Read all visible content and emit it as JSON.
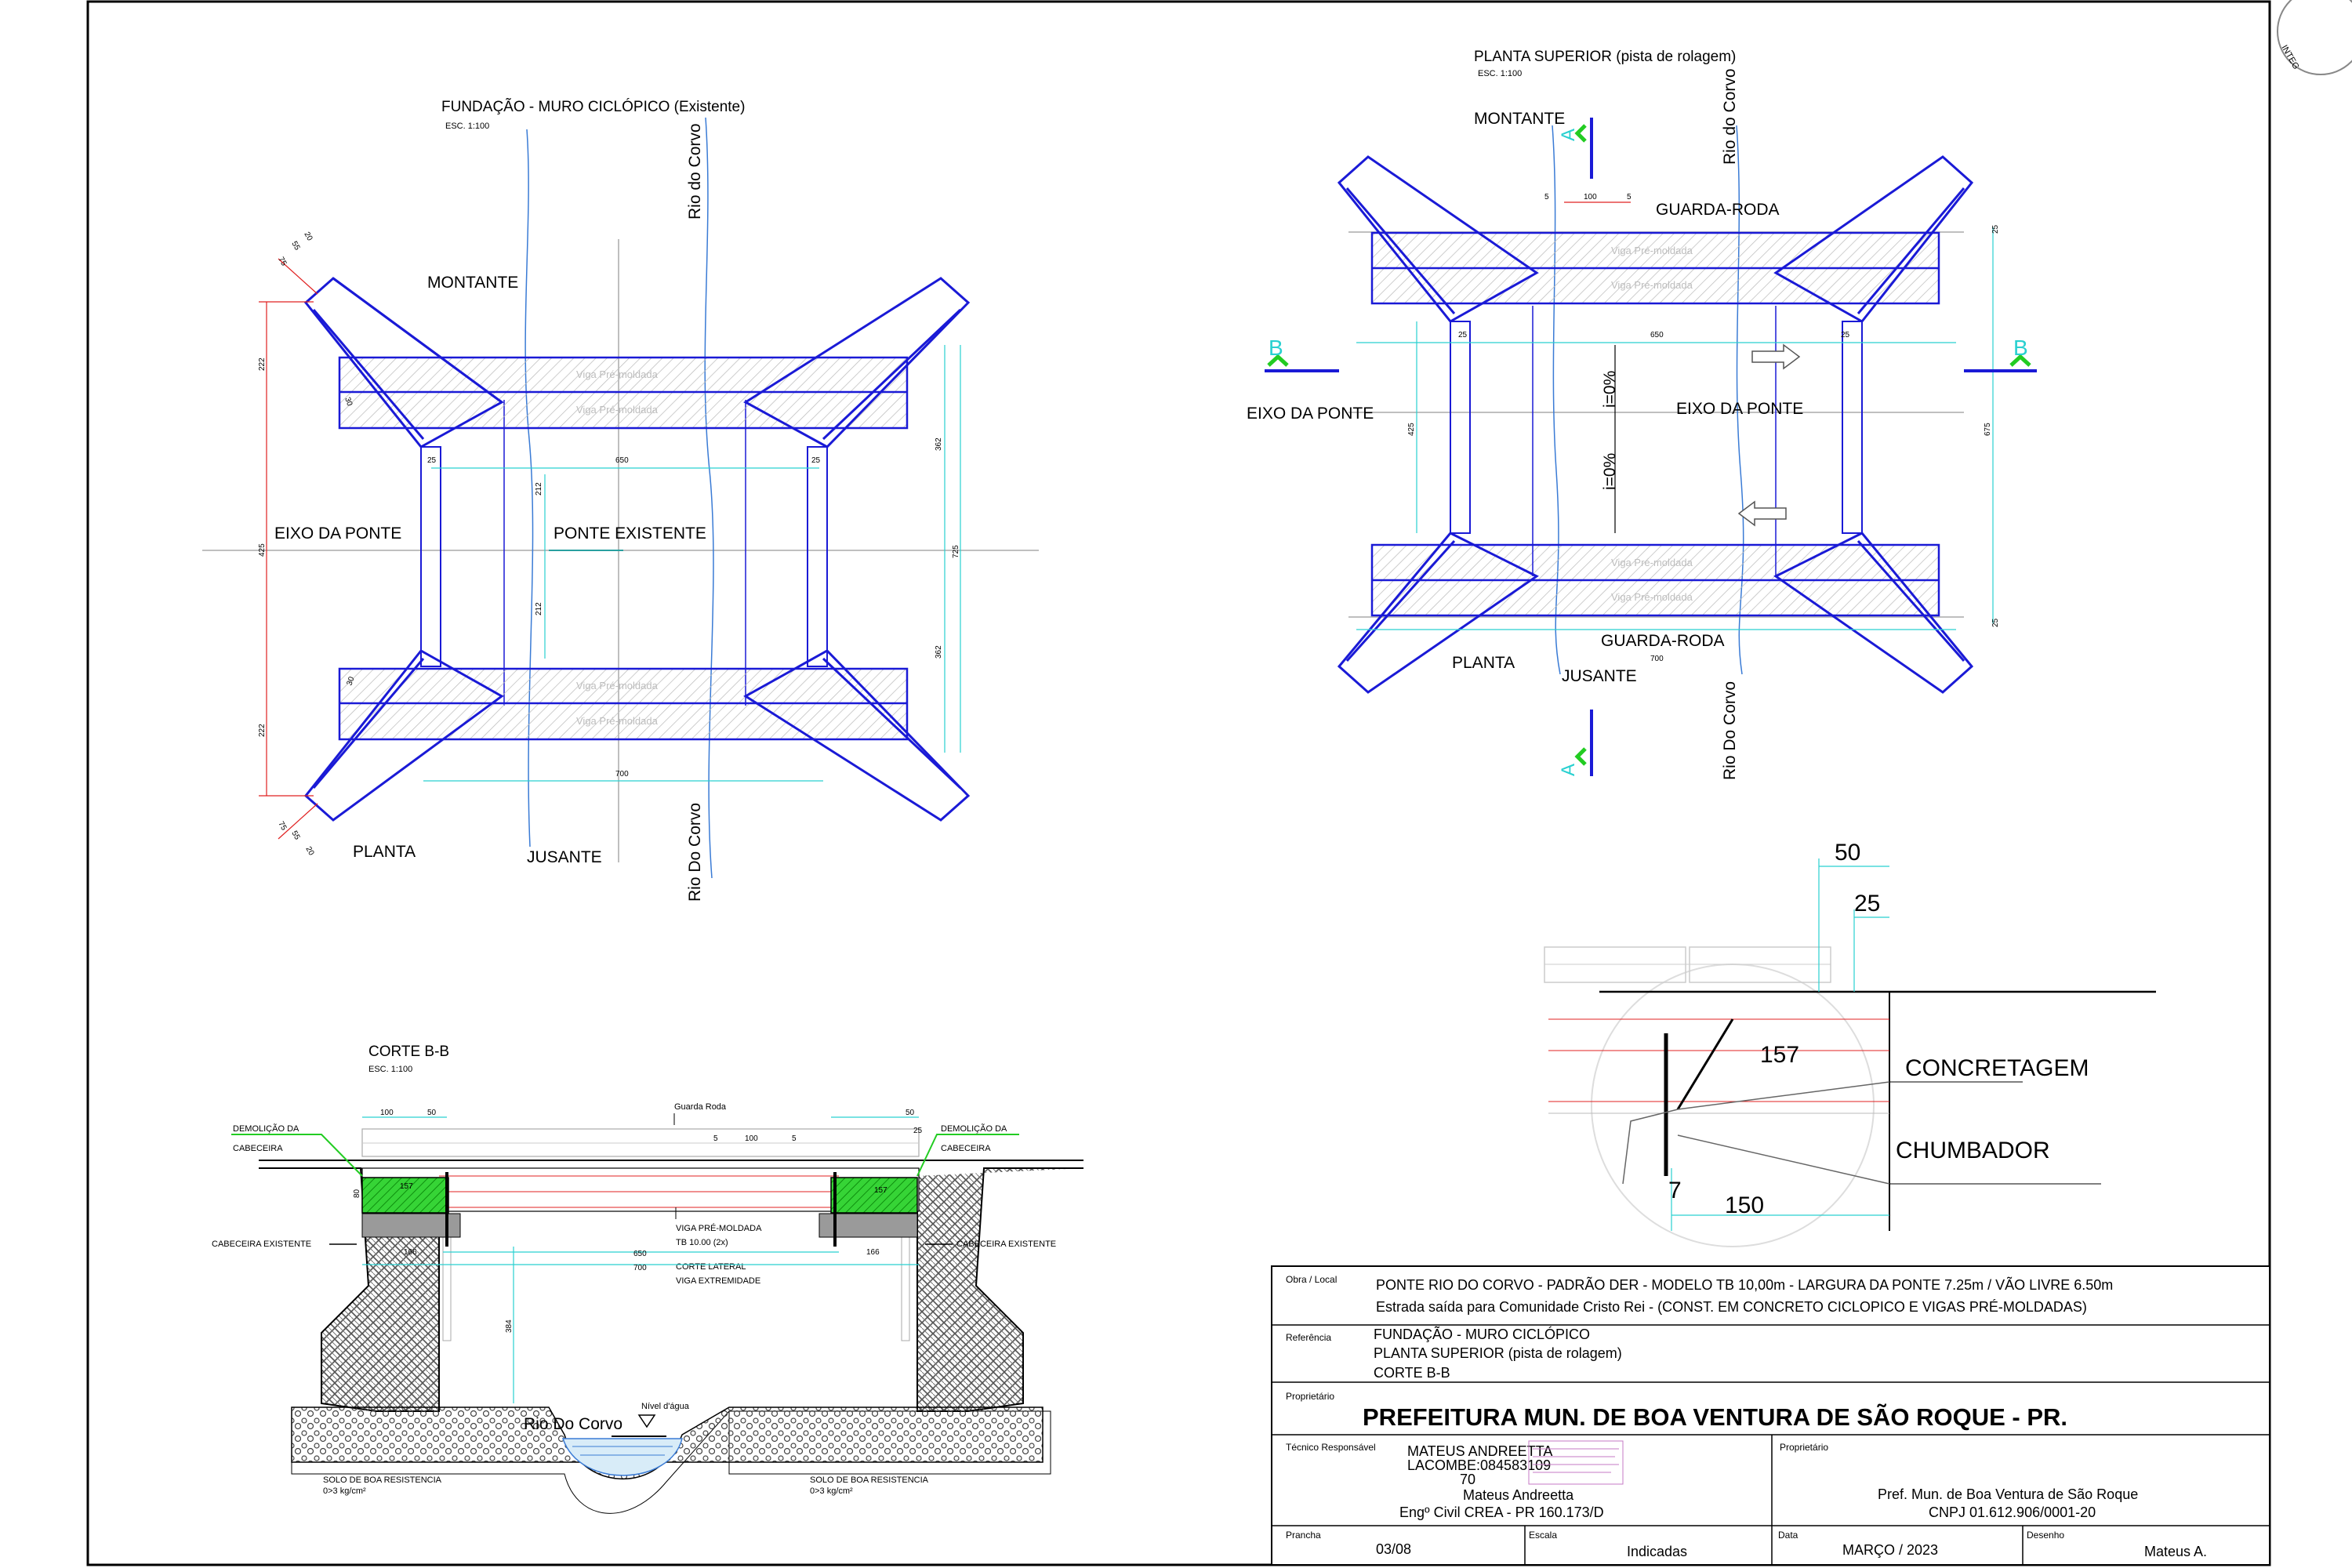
{
  "colors": {
    "structure": "#1a1ad6",
    "frame": "#000000",
    "hatch": "#9a9a9a",
    "green": "#22cc22",
    "cyan": "#29d0d0",
    "red": "#e02020",
    "river": "#3a7bd5"
  },
  "plan1": {
    "title": "FUNDAÇÃO - MURO CICLÓPICO (Existente)",
    "scale": "ESC. 1:100",
    "river_top": "Rio do Corvo",
    "river_bottom": "Rio Do Corvo",
    "montante": "MONTANTE",
    "jusante": "JUSANTE",
    "planta": "PLANTA",
    "eixo": "EIXO DA PONTE",
    "ponte_existente": "PONTE EXISTENTE",
    "viga": "Viga Pré-moldada",
    "dims": {
      "d650": "650",
      "d700": "700",
      "d25": "25",
      "d212": "212",
      "d222": "222",
      "d425": "425",
      "d362": "362",
      "d725": "725",
      "d55": "55",
      "d75": "75",
      "d20": "20",
      "d30": "30"
    }
  },
  "plan2": {
    "title": "PLANTA SUPERIOR (pista de rolagem)",
    "scale": "ESC. 1:100",
    "river_top": "Rio do Corvo",
    "river_bottom": "Rio Do Corvo",
    "montante": "MONTANTE",
    "jusante": "JUSANTE",
    "planta": "PLANTA",
    "eixo_left": "EIXO DA PONTE",
    "eixo_center": "EIXO DA PONTE",
    "guarda_top": "GUARDA-RODA",
    "guarda_bottom": "GUARDA-RODA",
    "slope": "i=0%",
    "section_a": "A",
    "section_b": "B",
    "viga": "Viga Pré-moldada",
    "dims": {
      "d650": "650",
      "d700": "700",
      "d25": "25",
      "d425": "425",
      "d675": "675",
      "d5": "5",
      "d100": "100"
    }
  },
  "section": {
    "title": "CORTE B-B",
    "scale": "ESC. 1:100",
    "guarda_roda": "Guarda Roda",
    "demolicao": "DEMOLIÇÃO DA",
    "cabeceira": "CABECEIRA",
    "cab_existente": "CABECEIRA EXISTENTE",
    "viga_pre": "VIGA PRÉ-MOLDADA",
    "tb": "TB 10.00 (2x)",
    "corte_lateral": "CORTE LATERAL",
    "viga_ext": "VIGA EXTREMIDADE",
    "nivel": "Nível d'água",
    "rio": "Rio Do Corvo",
    "solo": "SOLO DE BOA RESISTENCIA",
    "solo_res": "0>3 kg/cm²",
    "dims": {
      "d100": "100",
      "d50": "50",
      "d25": "25",
      "d5": "5",
      "d650": "650",
      "d700": "700",
      "d166": "166",
      "d384": "384",
      "d157": "157",
      "d80": "80"
    }
  },
  "detail": {
    "concretagem": "CONCRETAGEM",
    "chumbador": "CHUMBADOR",
    "d50": "50",
    "d25": "25",
    "d157": "157",
    "d150": "150",
    "d7": "7"
  },
  "stamp_text": "INTEG",
  "title_block": {
    "obra_label": "Obra / Local",
    "obra_line1": "PONTE RIO DO CORVO - PADRÃO DER - MODELO TB 10,00m - LARGURA DA PONTE 7.25m / VÃO LIVRE 6.50m",
    "obra_line2": "Estrada saída para Comunidade Cristo Rei - (CONST. EM CONCRETO CICLOPICO E VIGAS PRÉ-MOLDADAS)",
    "ref_label": "Referência",
    "ref1": "FUNDAÇÃO - MURO CICLÓPICO",
    "ref2": "PLANTA SUPERIOR (pista de rolagem)",
    "ref3": "CORTE B-B",
    "prop_label": "Proprietário",
    "prop_name": "PREFEITURA MUN. DE BOA VENTURA DE SÃO ROQUE - PR.",
    "tec_label": "Técnico Responsável",
    "sig1": "MATEUS ANDREETTA",
    "sig2": "LACOMBE:084583109",
    "sig3": "70",
    "tec_name": "Mateus Andreetta",
    "tec_crea": "Engº Civil CREA - PR 160.173/D",
    "prop2_label": "Proprietário",
    "prop2_name": "Pref. Mun. de Boa Ventura de São Roque",
    "prop2_cnpj": "CNPJ 01.612.906/0001-20",
    "prancha_label": "Prancha",
    "prancha": "03/08",
    "escala_label": "Escala",
    "escala": "Indicadas",
    "data_label": "Data",
    "data": "MARÇO / 2023",
    "desenho_label": "Desenho",
    "desenho": "Mateus A."
  }
}
